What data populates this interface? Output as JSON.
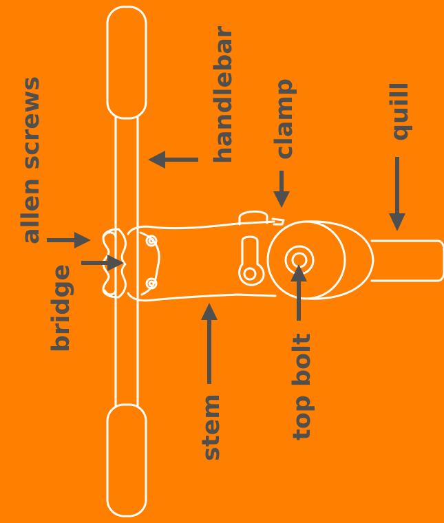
{
  "diagram": {
    "labels": {
      "allen_screws": "allen screws",
      "bridge": "bridge",
      "handlebar": "handlebar",
      "clamp": "clamp",
      "quill": "quill",
      "stem": "stem",
      "top_bolt": "top bolt"
    }
  },
  "colors": {
    "background": "#ff8000",
    "outline": "#ffffff",
    "arrows_and_text": "#4f4f4f"
  }
}
